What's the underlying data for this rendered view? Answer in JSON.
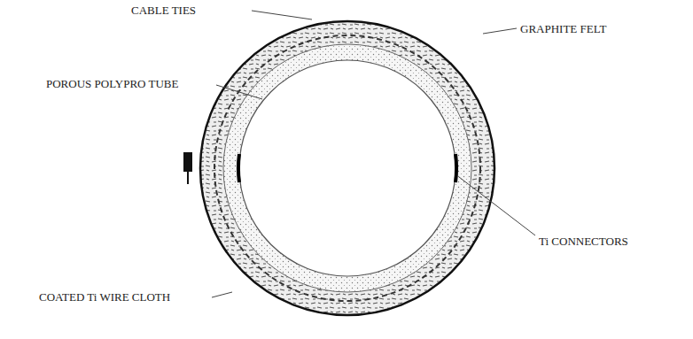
{
  "diagram": {
    "labels": [
      "CABLE TIES",
      "GRAPHITE FELT",
      "POROUS POLYPRO TUBE",
      "COATED Ti WIRE CLOTH",
      "Ti CONNECTORS"
    ]
  }
}
